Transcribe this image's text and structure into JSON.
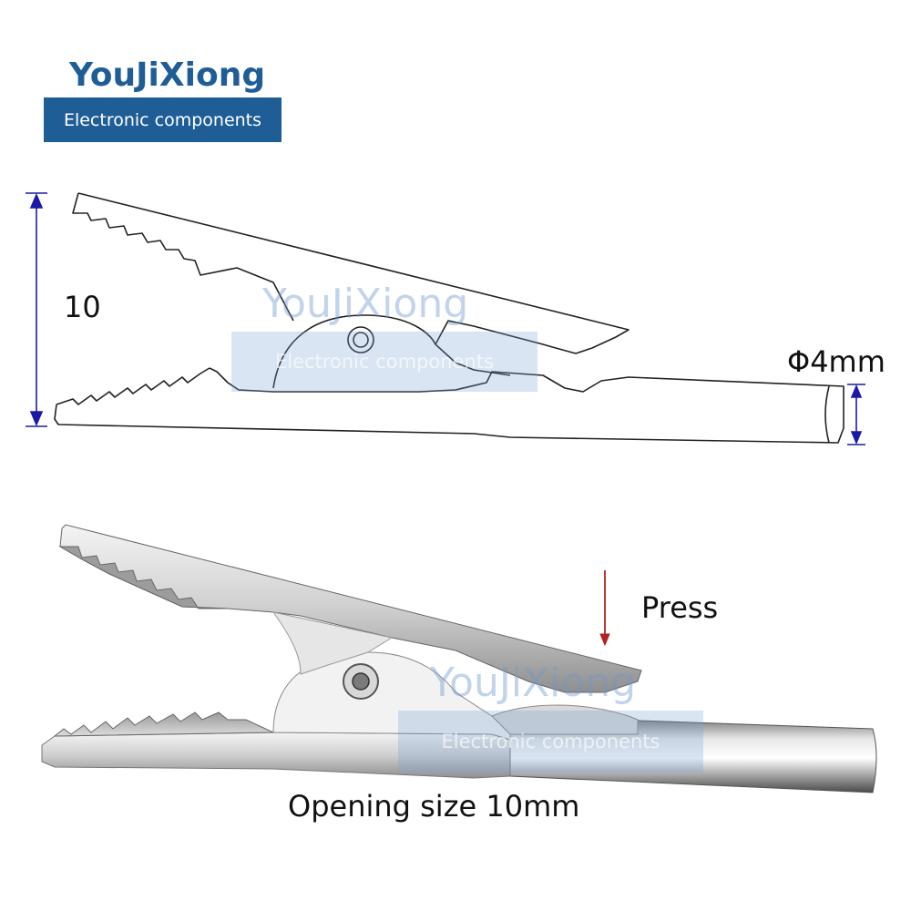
{
  "brand": {
    "name": "YouJiXiong",
    "tagline": "Electronic components",
    "color": "#1f5d96"
  },
  "diagram": {
    "height_label": "10",
    "diameter_label": "Φ4mm",
    "dimension_color": "#1a1aa6"
  },
  "photo": {
    "press_label": "Press",
    "press_arrow_color": "#b22222",
    "opening_label": "Opening size 10mm"
  },
  "watermark": {
    "name": "YouJiXiong",
    "tagline": "Electronic components"
  }
}
